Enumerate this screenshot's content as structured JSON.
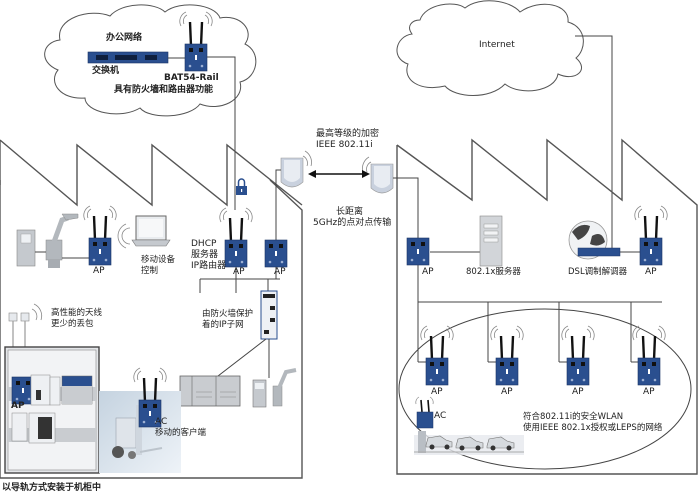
{
  "office_cloud": {
    "title": "办公网络",
    "switch_label": "交换机",
    "router_model": "BAT54-Rail",
    "router_desc": "具有防火墙和路由器功能"
  },
  "internet_cloud": {
    "title": "Internet"
  },
  "bridge": {
    "encryption_line1": "最高等级的加密",
    "encryption_line2": "IEEE 802.11i",
    "distance_line1": "长距离",
    "distance_line2": "5GHz的点对点传输"
  },
  "left_factory": {
    "ap_labels": [
      "AP",
      "AP",
      "AP"
    ],
    "laptop_line1": "移动设备",
    "laptop_line2": "控制",
    "dhcp_line1": "DHCP",
    "dhcp_line2": "服务器",
    "dhcp_line3": "IP路由器",
    "subnet_line1": "由防火墙保护",
    "subnet_line2": "着的IP子网",
    "antenna_line1": "高性能的天线",
    "antenna_line2": "更少的丢包",
    "cabinet_ap_label": "AP",
    "forklift_ac": "AC",
    "forklift_desc": "移动的客户端",
    "caption": "以导轨方式安装于机柜中"
  },
  "right_factory": {
    "ap_label": "AP",
    "radius_label": "802.1x服务器",
    "dsl_label": "DSL调制解调器",
    "dsl_ap_label": "AP",
    "wlan_ap_labels": [
      "AP",
      "AP",
      "AP",
      "AP"
    ],
    "ac_label": "AC",
    "wlan_line1": "符合802.11i的安全WLAN",
    "wlan_line2": "使用IEEE 802.1x授权或LEPS的网络"
  },
  "colors": {
    "device_blue": "#2a4f8f",
    "line": "#444444",
    "panel_gray": "#d7dbe0"
  }
}
